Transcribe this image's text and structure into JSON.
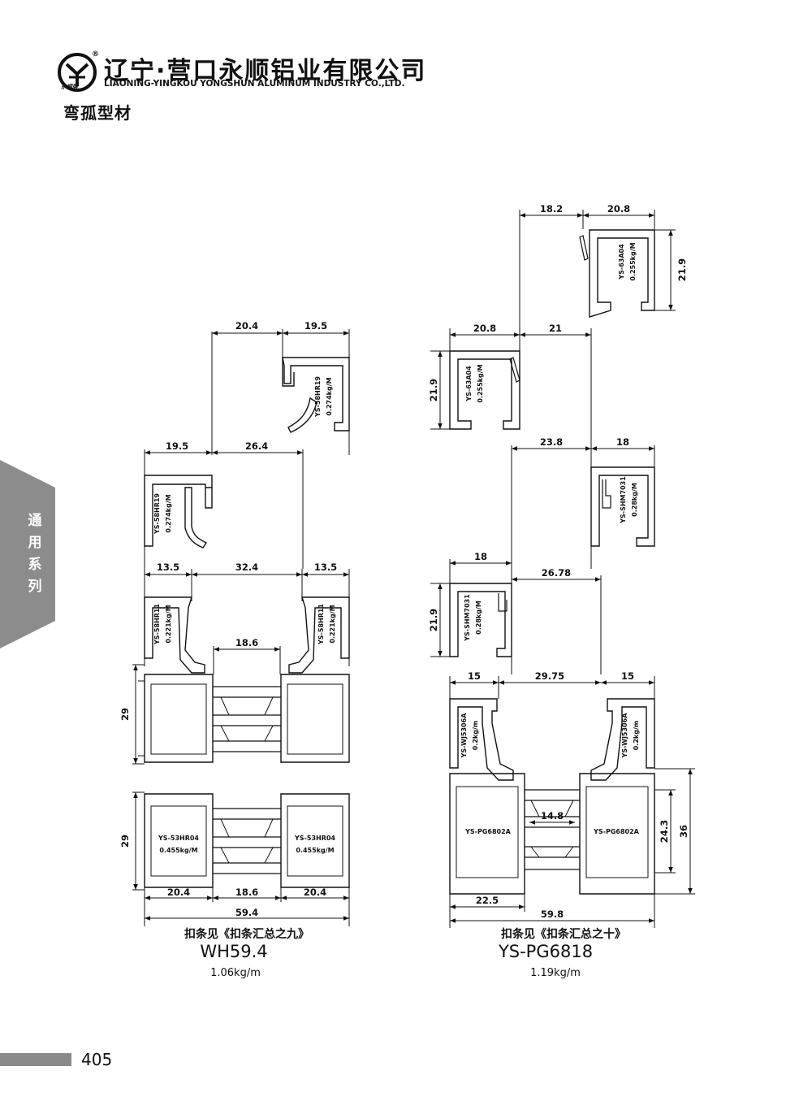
{
  "header": {
    "company_cn": "辽宁·营口永顺铝业有限公司",
    "company_en": "LIAONING-YINGKOU YONGSHUN ALUMINUM INDUSTRY CO.,LTD.",
    "reg_mark": "®",
    "brand_small": "永顺牌",
    "category": "弯孤型材"
  },
  "side_tab": {
    "label": "通用系列",
    "color": "#8c8c8c"
  },
  "left_profile": {
    "dims": {
      "top_a": "20.4",
      "top_b": "19.5",
      "upper_a": "19.5",
      "upper_b": "26.4",
      "mid_a": "13.5",
      "mid_b": "32.4",
      "mid_c": "13.5",
      "inner": "18.6",
      "height_upper": "29",
      "height_lower": "29",
      "bottom_a": "20.4",
      "bottom_b": "18.6",
      "bottom_c": "20.4",
      "total": "59.4"
    },
    "part_labels": {
      "top_code": "YS-58HR19",
      "top_weight": "0.274kg/M",
      "upper_code": "YS-58HR19",
      "upper_weight": "0.274kg/M",
      "mid_left_code": "YS-58HR11",
      "mid_left_weight": "0.221kg/M",
      "mid_right_code": "YS-58HR11",
      "mid_right_weight": "0.221kg/M",
      "low_left_code": "YS-53HR04",
      "low_left_weight": "0.455kg/M",
      "low_right_code": "YS-53HR04",
      "low_right_weight": "0.455kg/M"
    },
    "caption": "扣条见《扣条汇总之九》",
    "model": "WH59.4",
    "weight": "1.06kg/m"
  },
  "right_profile": {
    "dims": {
      "top_a": "18.2",
      "top_b": "20.8",
      "top_h": "21.9",
      "second_a": "20.8",
      "second_b": "21",
      "second_h": "21.9",
      "third_a": "23.8",
      "third_b": "18",
      "fourth_a": "18",
      "fourth_b": "26.78",
      "fourth_h": "21.9",
      "base_a": "15",
      "base_b": "29.75",
      "base_c": "15",
      "inner": "14.8",
      "height_a": "24.3",
      "height_b": "36",
      "bottom_a": "22.5",
      "total": "59.8"
    },
    "part_labels": {
      "top_code": "YS-63A04",
      "top_weight": "0.255kg/M",
      "second_code": "YS-63A04",
      "second_weight": "0.255kg/M",
      "third_code": "YS-SHM7031",
      "third_weight": "0.28kg/M",
      "fourth_code": "YS-SHM7031",
      "fourth_weight": "0.28kg/M",
      "bead_left_code": "YS-WJ5306A",
      "bead_left_weight": "0.2kg/m",
      "bead_right_code": "YS-WJ5306A",
      "bead_right_weight": "0.2kg/m",
      "frame_left_code": "YS-PG6802A",
      "frame_right_code": "YS-PG6802A"
    },
    "caption": "扣条见《扣条汇总之十》",
    "model": "YS-PG6818",
    "weight": "1.19kg/m"
  },
  "footer": {
    "page_number": "405"
  }
}
